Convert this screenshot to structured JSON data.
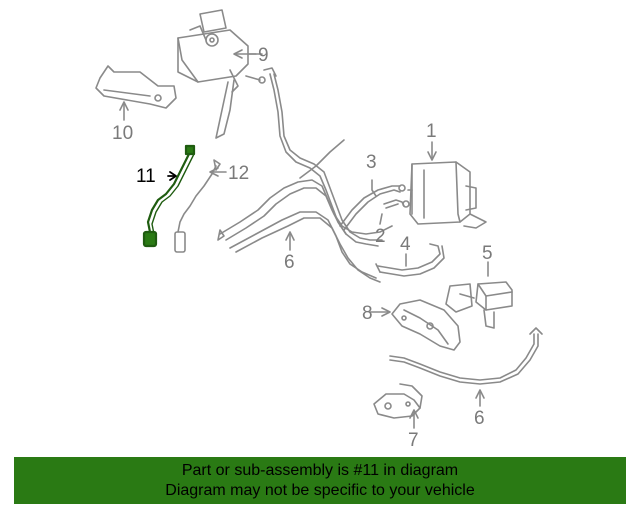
{
  "callouts": {
    "c1": "1",
    "c2": "2",
    "c3": "3",
    "c4": "4",
    "c5": "5",
    "c6a": "6",
    "c6b": "6",
    "c7": "7",
    "c8": "8",
    "c9": "9",
    "c10": "10",
    "c11": "11",
    "c12": "12"
  },
  "highlight": {
    "part": "11",
    "color": "#2a7a14"
  },
  "colors": {
    "line_art": "#8a8a8a",
    "callout_text": "#7a7a7a",
    "highlight_text": "#000000",
    "banner_bg": "#2a7a14"
  },
  "banner": {
    "line1": "Part or sub-assembly is #11 in diagram",
    "line2": "Diagram may not be specific to your vehicle"
  }
}
